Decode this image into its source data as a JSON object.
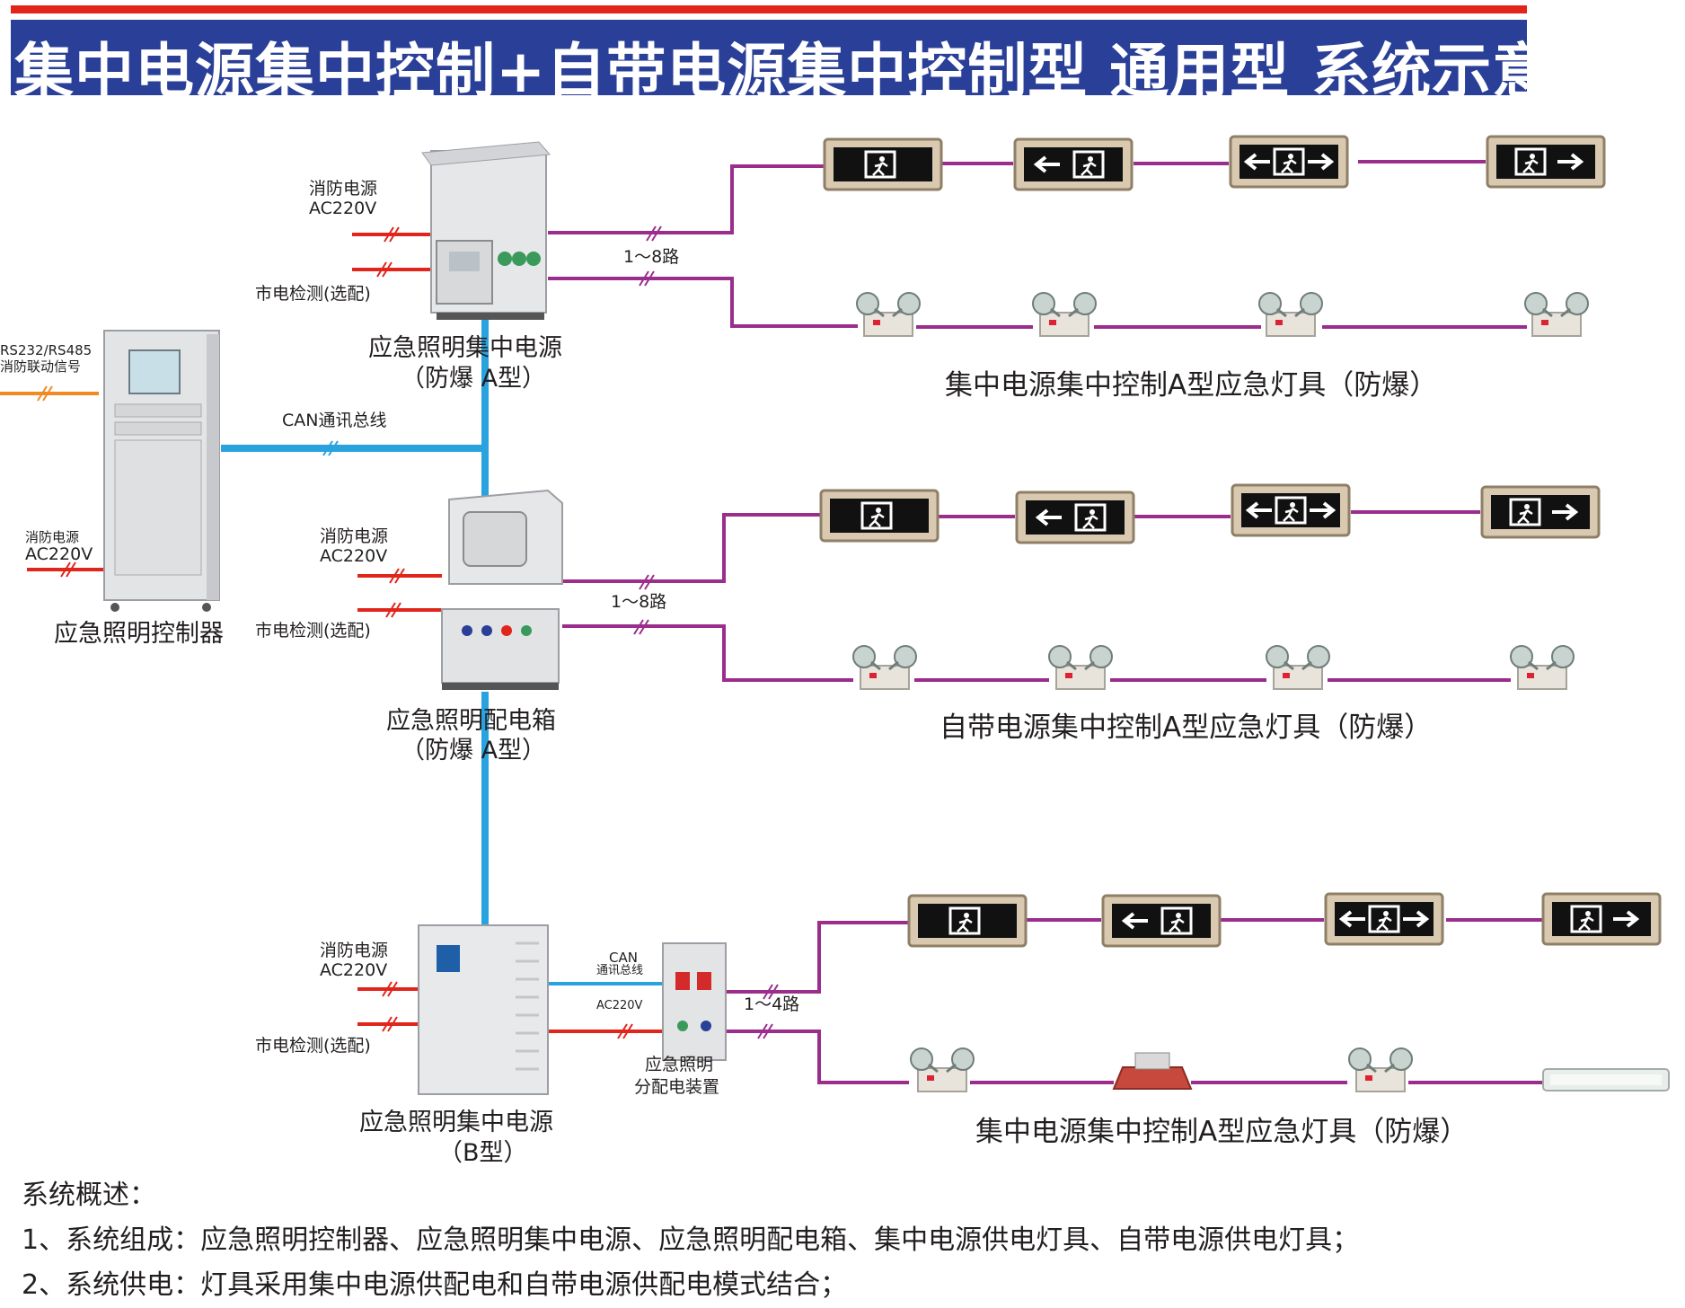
{
  "title": "集中电源集中控制+自带电源集中控制型 通用型 系统示意图",
  "colors": {
    "title_bg": "#2a3f97",
    "title_red": "#e1251b",
    "can_bus": "#29a3e0",
    "lamp_line": "#9b2d8c",
    "power_line": "#e1251b",
    "rs485_line": "#f08a24"
  },
  "controller": {
    "name": "应急照明控制器",
    "rs": "RS232/RS485",
    "linkage": "消防联动信号",
    "power_label": "消防电源",
    "power_voltage": "AC220V"
  },
  "can_bus_label": "CAN通讯总线",
  "group_a": {
    "device_line1": "应急照明集中电源",
    "device_line2": "（防爆  A型）",
    "fire_power": "消防电源",
    "voltage": "AC220V",
    "mains": "市电检测(选配)",
    "routes": "1～8路",
    "caption": "集中电源集中控制A型应急灯具（防爆）"
  },
  "group_b": {
    "device_line1": "应急照明配电箱",
    "device_line2": "（防爆  A型）",
    "fire_power": "消防电源",
    "voltage": "AC220V",
    "mains": "市电检测(选配)",
    "routes": "1～8路",
    "caption": "自带电源集中控制A型应急灯具（防爆）"
  },
  "group_c": {
    "device_line1": "应急照明集中电源",
    "device_line2": "（B型）",
    "fire_power": "消防电源",
    "voltage": "AC220V",
    "mains": "市电检测(选配)",
    "can": "CAN",
    "can_sub": "通讯总线",
    "ac": "AC220V",
    "distributor_line1": "应急照明",
    "distributor_line2": "分配电装置",
    "routes": "1～4路",
    "caption": "集中电源集中控制A型应急灯具（防爆）"
  },
  "overview": {
    "heading": "系统概述：",
    "item1": "1、系统组成：应急照明控制器、应急照明集中电源、应急照明配电箱、集中电源供电灯具、自带电源供电灯具；",
    "item2": "2、系统供电：灯具采用集中电源供配电和自带电源供配电模式结合；"
  },
  "icons": {
    "exit_sign": "exit-sign-icon",
    "twin_spot": "twin-spot-emergency-light-icon",
    "highbay": "highbay-light-icon",
    "tube": "tube-light-icon"
  }
}
